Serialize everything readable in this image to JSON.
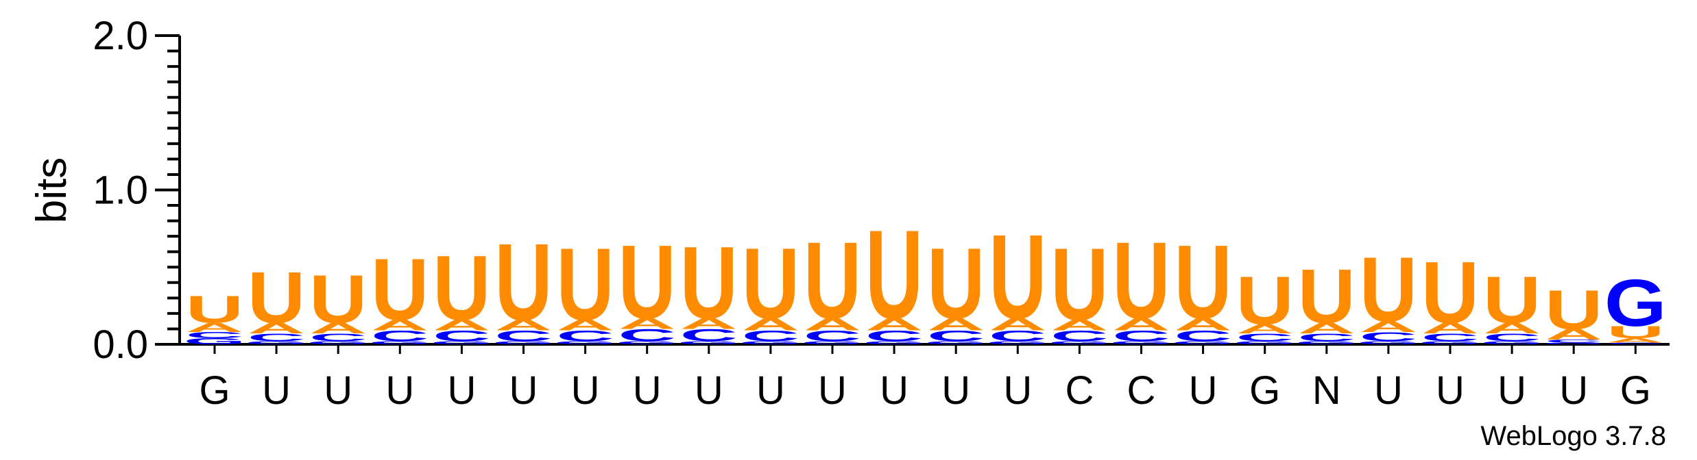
{
  "chart_data": {
    "type": "sequence-logo",
    "ylabel": "bits",
    "ylim": [
      0,
      2.0
    ],
    "yticks": [
      "0.0",
      "1.0",
      "2.0"
    ],
    "yticks_values": [
      0,
      1,
      2
    ],
    "credit": "WebLogo 3.7.8",
    "colors": {
      "U": "#ff8c00",
      "A": "#ff8c00",
      "G": "#0000ff",
      "C": "#0000ff"
    },
    "positions": [
      {
        "label": "G",
        "stack": [
          {
            "l": "G",
            "h": 0.04
          },
          {
            "l": "C",
            "h": 0.04
          },
          {
            "l": "A",
            "h": 0.06
          },
          {
            "l": "U",
            "h": 0.18
          }
        ]
      },
      {
        "label": "U",
        "stack": [
          {
            "l": "G",
            "h": 0.02
          },
          {
            "l": "C",
            "h": 0.05
          },
          {
            "l": "A",
            "h": 0.07
          },
          {
            "l": "U",
            "h": 0.34
          }
        ]
      },
      {
        "label": "U",
        "stack": [
          {
            "l": "G",
            "h": 0.02
          },
          {
            "l": "C",
            "h": 0.05
          },
          {
            "l": "A",
            "h": 0.07
          },
          {
            "l": "U",
            "h": 0.32
          }
        ]
      },
      {
        "label": "U",
        "stack": [
          {
            "l": "G",
            "h": 0.02
          },
          {
            "l": "C",
            "h": 0.07
          },
          {
            "l": "A",
            "h": 0.07
          },
          {
            "l": "U",
            "h": 0.41
          }
        ]
      },
      {
        "label": "U",
        "stack": [
          {
            "l": "G",
            "h": 0.02
          },
          {
            "l": "C",
            "h": 0.07
          },
          {
            "l": "A",
            "h": 0.07
          },
          {
            "l": "U",
            "h": 0.43
          }
        ]
      },
      {
        "label": "U",
        "stack": [
          {
            "l": "G",
            "h": 0.02
          },
          {
            "l": "C",
            "h": 0.07
          },
          {
            "l": "A",
            "h": 0.07
          },
          {
            "l": "U",
            "h": 0.51
          }
        ]
      },
      {
        "label": "U",
        "stack": [
          {
            "l": "G",
            "h": 0.02
          },
          {
            "l": "C",
            "h": 0.07
          },
          {
            "l": "A",
            "h": 0.07
          },
          {
            "l": "U",
            "h": 0.48
          }
        ]
      },
      {
        "label": "U",
        "stack": [
          {
            "l": "G",
            "h": 0.02
          },
          {
            "l": "C",
            "h": 0.08
          },
          {
            "l": "A",
            "h": 0.07
          },
          {
            "l": "U",
            "h": 0.49
          }
        ]
      },
      {
        "label": "U",
        "stack": [
          {
            "l": "G",
            "h": 0.02
          },
          {
            "l": "C",
            "h": 0.08
          },
          {
            "l": "A",
            "h": 0.07
          },
          {
            "l": "U",
            "h": 0.48
          }
        ]
      },
      {
        "label": "U",
        "stack": [
          {
            "l": "G",
            "h": 0.02
          },
          {
            "l": "C",
            "h": 0.07
          },
          {
            "l": "A",
            "h": 0.08
          },
          {
            "l": "U",
            "h": 0.47
          }
        ]
      },
      {
        "label": "U",
        "stack": [
          {
            "l": "G",
            "h": 0.02
          },
          {
            "l": "C",
            "h": 0.07
          },
          {
            "l": "A",
            "h": 0.08
          },
          {
            "l": "U",
            "h": 0.51
          }
        ]
      },
      {
        "label": "U",
        "stack": [
          {
            "l": "G",
            "h": 0.02
          },
          {
            "l": "C",
            "h": 0.07
          },
          {
            "l": "A",
            "h": 0.08
          },
          {
            "l": "U",
            "h": 0.59
          }
        ]
      },
      {
        "label": "U",
        "stack": [
          {
            "l": "G",
            "h": 0.02
          },
          {
            "l": "C",
            "h": 0.07
          },
          {
            "l": "A",
            "h": 0.08
          },
          {
            "l": "U",
            "h": 0.47
          }
        ]
      },
      {
        "label": "U",
        "stack": [
          {
            "l": "G",
            "h": 0.02
          },
          {
            "l": "C",
            "h": 0.07
          },
          {
            "l": "A",
            "h": 0.08
          },
          {
            "l": "U",
            "h": 0.56
          }
        ]
      },
      {
        "label": "C",
        "stack": [
          {
            "l": "G",
            "h": 0.02
          },
          {
            "l": "C",
            "h": 0.07
          },
          {
            "l": "A",
            "h": 0.07
          },
          {
            "l": "U",
            "h": 0.48
          }
        ]
      },
      {
        "label": "C",
        "stack": [
          {
            "l": "G",
            "h": 0.02
          },
          {
            "l": "C",
            "h": 0.07
          },
          {
            "l": "A",
            "h": 0.08
          },
          {
            "l": "U",
            "h": 0.51
          }
        ]
      },
      {
        "label": "U",
        "stack": [
          {
            "l": "G",
            "h": 0.02
          },
          {
            "l": "C",
            "h": 0.07
          },
          {
            "l": "A",
            "h": 0.08
          },
          {
            "l": "U",
            "h": 0.49
          }
        ]
      },
      {
        "label": "G",
        "stack": [
          {
            "l": "G",
            "h": 0.02
          },
          {
            "l": "C",
            "h": 0.05
          },
          {
            "l": "A",
            "h": 0.06
          },
          {
            "l": "U",
            "h": 0.32
          }
        ]
      },
      {
        "label": "N",
        "stack": [
          {
            "l": "G",
            "h": 0.02
          },
          {
            "l": "C",
            "h": 0.05
          },
          {
            "l": "A",
            "h": 0.07
          },
          {
            "l": "U",
            "h": 0.36
          }
        ]
      },
      {
        "label": "U",
        "stack": [
          {
            "l": "G",
            "h": 0.02
          },
          {
            "l": "C",
            "h": 0.06
          },
          {
            "l": "A",
            "h": 0.07
          },
          {
            "l": "U",
            "h": 0.43
          }
        ]
      },
      {
        "label": "U",
        "stack": [
          {
            "l": "G",
            "h": 0.02
          },
          {
            "l": "C",
            "h": 0.05
          },
          {
            "l": "A",
            "h": 0.07
          },
          {
            "l": "U",
            "h": 0.41
          }
        ]
      },
      {
        "label": "U",
        "stack": [
          {
            "l": "G",
            "h": 0.02
          },
          {
            "l": "C",
            "h": 0.05
          },
          {
            "l": "A",
            "h": 0.07
          },
          {
            "l": "U",
            "h": 0.31
          }
        ]
      },
      {
        "label": "U",
        "stack": [
          {
            "l": "G",
            "h": 0.01
          },
          {
            "l": "C",
            "h": 0.02
          },
          {
            "l": "A",
            "h": 0.07
          },
          {
            "l": "U",
            "h": 0.26
          }
        ]
      },
      {
        "label": "G",
        "stack": [
          {
            "l": "C",
            "h": 0.01
          },
          {
            "l": "A",
            "h": 0.03
          },
          {
            "l": "U",
            "h": 0.08
          },
          {
            "l": "G",
            "h": 0.31
          }
        ]
      }
    ]
  }
}
